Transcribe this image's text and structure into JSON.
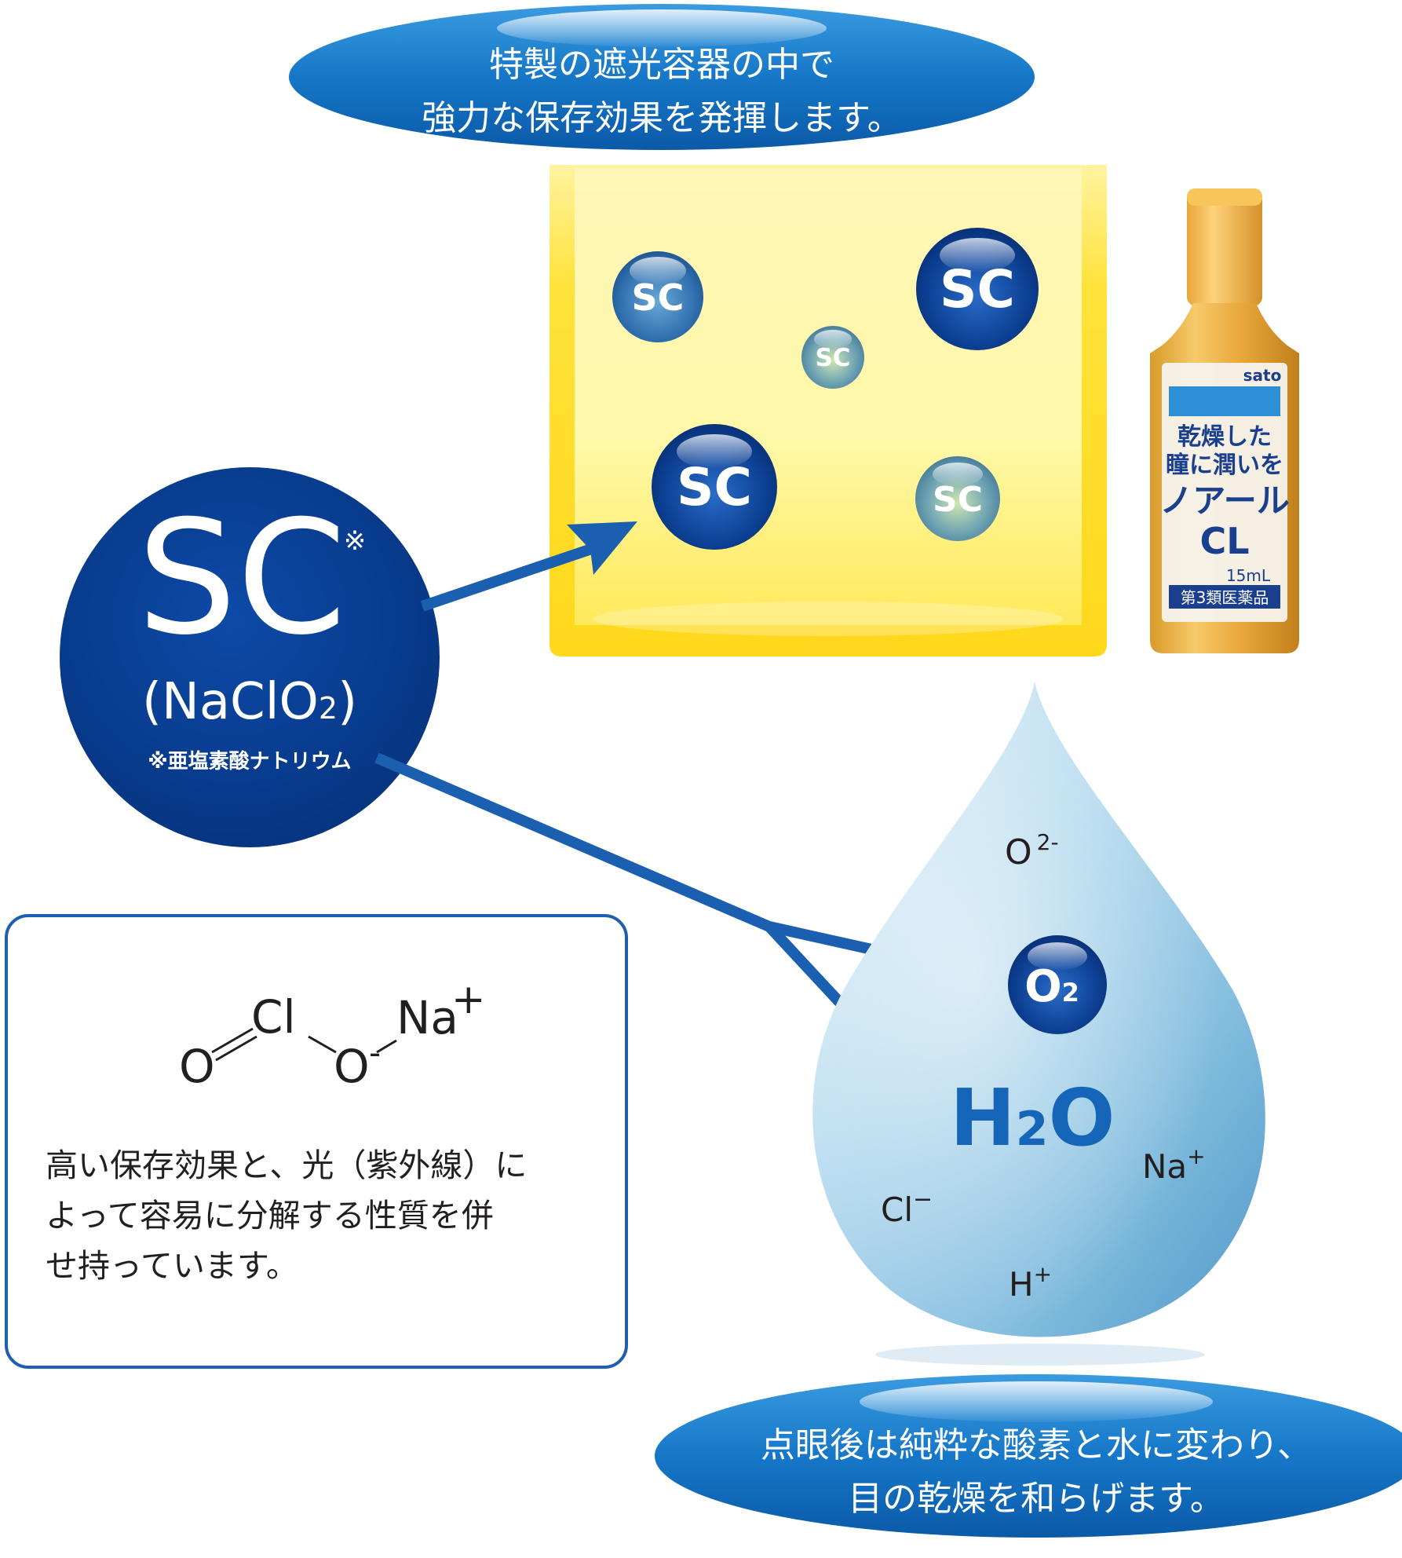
{
  "top_bubble": {
    "line1": "特製の遮光容器の中で",
    "line2": "強力な保存効果を発揮します。"
  },
  "bottom_bubble": {
    "line1": "点眼後は純粋な酸素と水に変わり、",
    "line2": "目の乾燥を和らげます。"
  },
  "sc_circle": {
    "symbol": "SC",
    "asterisk": "※",
    "formula_open": "(",
    "formula_main": "NaClO",
    "formula_sub": "2",
    "formula_close": ")",
    "footnote": "※亜塩素酸ナトリウム"
  },
  "container": {
    "molecule_label": "SC"
  },
  "bottle": {
    "brand": "sato",
    "label_line1": "乾燥した",
    "label_line2": "瞳に潤いを",
    "product_name": "ノアール",
    "product_sub": "CL",
    "volume": "15mL",
    "category": "第3類医薬品"
  },
  "structure": {
    "o_left": "O",
    "cl": "Cl",
    "o_right": "O",
    "o_charge": "-",
    "na": "Na",
    "na_charge": "+"
  },
  "note": {
    "line1": "高い保存効果と、光（紫外線）に",
    "line2": "よって容易に分解する性質を併",
    "line3": "せ持っています。"
  },
  "drop": {
    "o2_ion": "O",
    "o2_ion_charge": "2-",
    "o2_molecule": "O",
    "o2_molecule_sub": "2",
    "h2o_h": "H",
    "h2o_sub": "2",
    "h2o_o": "O",
    "na_ion": "Na",
    "na_ion_charge": "+",
    "cl_ion": "Cl",
    "cl_ion_charge": "−",
    "h_ion": "H",
    "h_ion_charge": "+"
  },
  "colors": {
    "navy": "#0a3d91",
    "blue": "#1565b8",
    "bubble_blue": "#1877c9",
    "yellow": "#ffe23a",
    "arrow": "#1a5fb0",
    "note_border": "#1f5fb0"
  }
}
